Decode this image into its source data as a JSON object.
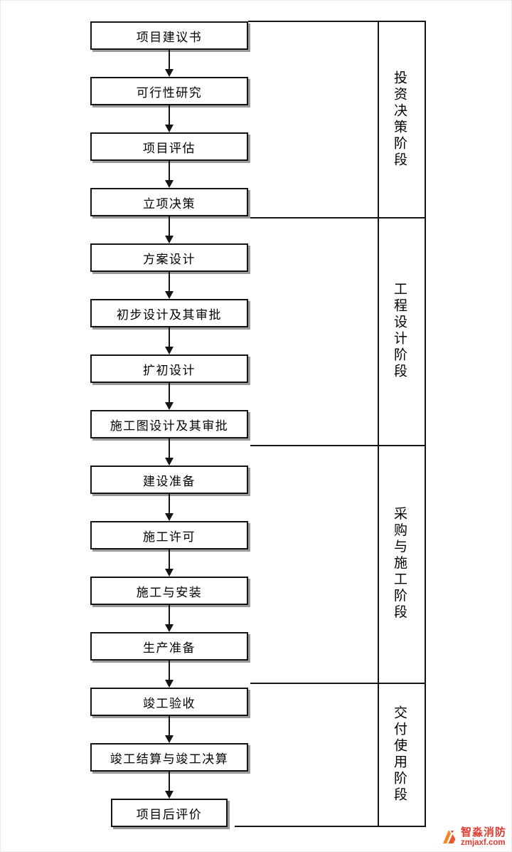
{
  "flowchart": {
    "steps": [
      {
        "label": "项目建议书"
      },
      {
        "label": "可行性研究"
      },
      {
        "label": "项目评估"
      },
      {
        "label": "立项决策"
      },
      {
        "label": "方案设计"
      },
      {
        "label": "初步设计及其审批"
      },
      {
        "label": "扩初设计"
      },
      {
        "label": "施工图设计及其审批"
      },
      {
        "label": "建设准备"
      },
      {
        "label": "施工许可"
      },
      {
        "label": "施工与安装"
      },
      {
        "label": "生产准备"
      },
      {
        "label": "竣工验收"
      },
      {
        "label": "竣工结算与竣工决算"
      },
      {
        "label": "项目后评价"
      }
    ],
    "phases": [
      {
        "label": "投资决策阶段"
      },
      {
        "label": "工程设计阶段"
      },
      {
        "label": "采购与施工阶段"
      },
      {
        "label": "交付使用阶段"
      }
    ]
  },
  "watermark": {
    "brand": "智淼消防",
    "site": "zmjaxf.com"
  },
  "colors": {
    "box_border": "#141414",
    "box_shadow": "#9b9b9b",
    "line": "#141414",
    "brand_red": "#e23b2e",
    "brand_orange": "#f28a1f"
  }
}
